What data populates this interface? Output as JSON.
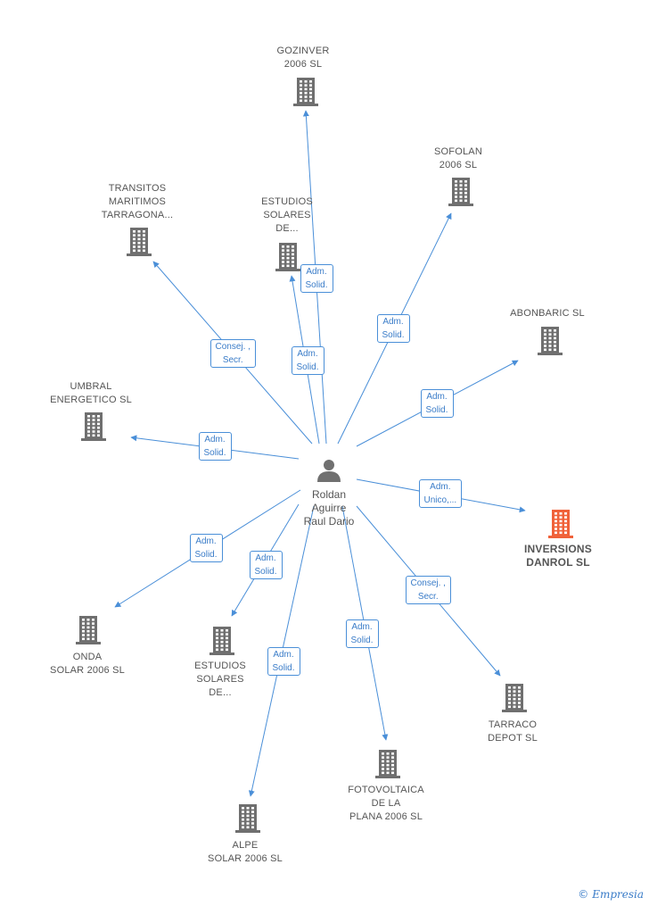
{
  "colors": {
    "edge": "#4a8fd8",
    "building": "#6f6f6f",
    "building_highlight": "#f0623a",
    "person": "#707070"
  },
  "center": {
    "label": "Roldan\nAguirre\nRaul Dario",
    "icon": "person-icon"
  },
  "nodes": [
    {
      "id": "gozinver",
      "label": "GOZINVER\n2006 SL",
      "role": "Adm.\nSolid.",
      "highlight": false
    },
    {
      "id": "sofolan",
      "label": "SOFOLAN\n2006 SL",
      "role": "Adm.\nSolid.",
      "highlight": false
    },
    {
      "id": "transitos",
      "label": "TRANSITOS\nMARITIMOS\nTARRAGONA...",
      "role": "Consej. ,\nSecr.",
      "highlight": false
    },
    {
      "id": "estudios-top",
      "label": "ESTUDIOS\nSOLARES\nDE...",
      "role": "Adm.\nSolid.",
      "highlight": false
    },
    {
      "id": "abonbaric",
      "label": "ABONBARIC SL",
      "role": "Adm.\nSolid.",
      "highlight": false
    },
    {
      "id": "umbral",
      "label": "UMBRAL\nENERGETICO SL",
      "role": "Adm.\nSolid.",
      "highlight": false
    },
    {
      "id": "inversions",
      "label": "INVERSIONS\nDANROL SL",
      "role": "Adm.\nUnico,...",
      "highlight": true
    },
    {
      "id": "onda",
      "label": "ONDA\nSOLAR 2006 SL",
      "role": "Adm.\nSolid.",
      "highlight": false
    },
    {
      "id": "estudios-bottom",
      "label": "ESTUDIOS\nSOLARES\nDE...",
      "role": "Adm.\nSolid.",
      "highlight": false
    },
    {
      "id": "tarraco",
      "label": "TARRACO\nDEPOT SL",
      "role": "Consej. ,\nSecr.",
      "highlight": false
    },
    {
      "id": "fotovoltaica",
      "label": "FOTOVOLTAICA\nDE LA\nPLANA 2006 SL",
      "role": "Adm.\nSolid.",
      "highlight": false
    },
    {
      "id": "alpe",
      "label": "ALPE\nSOLAR 2006 SL",
      "role": "Adm.\nSolid.",
      "highlight": false
    }
  ],
  "watermark": {
    "symbol": "©",
    "brand": "Empresia"
  }
}
